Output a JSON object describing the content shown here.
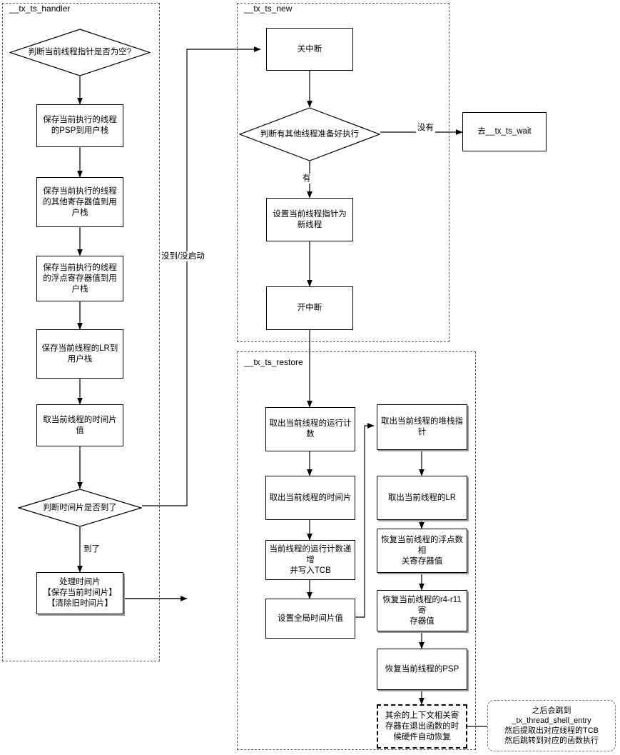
{
  "diagram": {
    "title": "ThreadX context switch flowchart",
    "groups": [
      {
        "id": "handler",
        "label": "__tx_ts_handler"
      },
      {
        "id": "new",
        "label": "__tx_ts_new"
      },
      {
        "id": "restore",
        "label": "__tx_ts_restore"
      }
    ],
    "handler_nodes": [
      {
        "id": "d1",
        "text": "判断当前线程指针是否为空?"
      },
      {
        "id": "h1",
        "text": "保存当前执行的线程\n的PSP到用户栈"
      },
      {
        "id": "h2",
        "text": "保存当前执行的线程\n的其他寄存器值到用\n户栈"
      },
      {
        "id": "h3",
        "text": "保存当前执行的线程\n的浮点寄存器值到用\n户栈"
      },
      {
        "id": "h4",
        "text": "保存当前线程的LR到\n用户栈"
      },
      {
        "id": "h5",
        "text": "取当前线程的时间片\n值"
      },
      {
        "id": "d2",
        "text": "判断时间片是否到了"
      },
      {
        "id": "h6",
        "text": "处理时间片\n【保存当前时间片】\n【清除旧时间片】"
      }
    ],
    "new_nodes": [
      {
        "id": "n1",
        "text": "关中断"
      },
      {
        "id": "d3",
        "text": "判断有其他线程准备好执行"
      },
      {
        "id": "n2",
        "text": "设置当前线程指针为\n新线程"
      },
      {
        "id": "n3",
        "text": "开中断"
      }
    ],
    "wait_node": {
      "id": "w1",
      "text": "去__tx_ts_wait"
    },
    "restore_left_nodes": [
      {
        "id": "r1",
        "text": "取出当前线程的运行计数"
      },
      {
        "id": "r2",
        "text": "取出当前线程的时间片"
      },
      {
        "id": "r3",
        "text": "当前线程的运行计数递增\n并写入TCB"
      },
      {
        "id": "r4",
        "text": "设置全局时间片值"
      }
    ],
    "restore_right_nodes": [
      {
        "id": "s1",
        "text": "取出当前线程的堆栈指针"
      },
      {
        "id": "s2",
        "text": "取出当前线程的LR"
      },
      {
        "id": "s3",
        "text": "恢复当前线程的浮点数相\n关寄存器值"
      },
      {
        "id": "s4",
        "text": "恢复当前线程的r4-r11寄\n存器值"
      },
      {
        "id": "s5",
        "text": "恢复当前线程的PSP"
      },
      {
        "id": "s6",
        "text": "其余的上下文相关寄\n存器在退出函数的时\n候硬件自动恢复"
      }
    ],
    "final_node": {
      "id": "f1",
      "text": "之后会跳到\n_tx_thread_shell_entry\n然后提取出对应线程的TCB\n然后跳转到对应的函数执行"
    },
    "edge_labels": [
      {
        "id": "el1",
        "text": "没到/没启动"
      },
      {
        "id": "el2",
        "text": "没有"
      },
      {
        "id": "el3",
        "text": "有"
      },
      {
        "id": "el4",
        "text": "到了"
      }
    ],
    "colors": {
      "stroke": "#000000",
      "group_border": "#555555",
      "shadow": "#9a9a9a",
      "background": "#ffffff"
    }
  }
}
